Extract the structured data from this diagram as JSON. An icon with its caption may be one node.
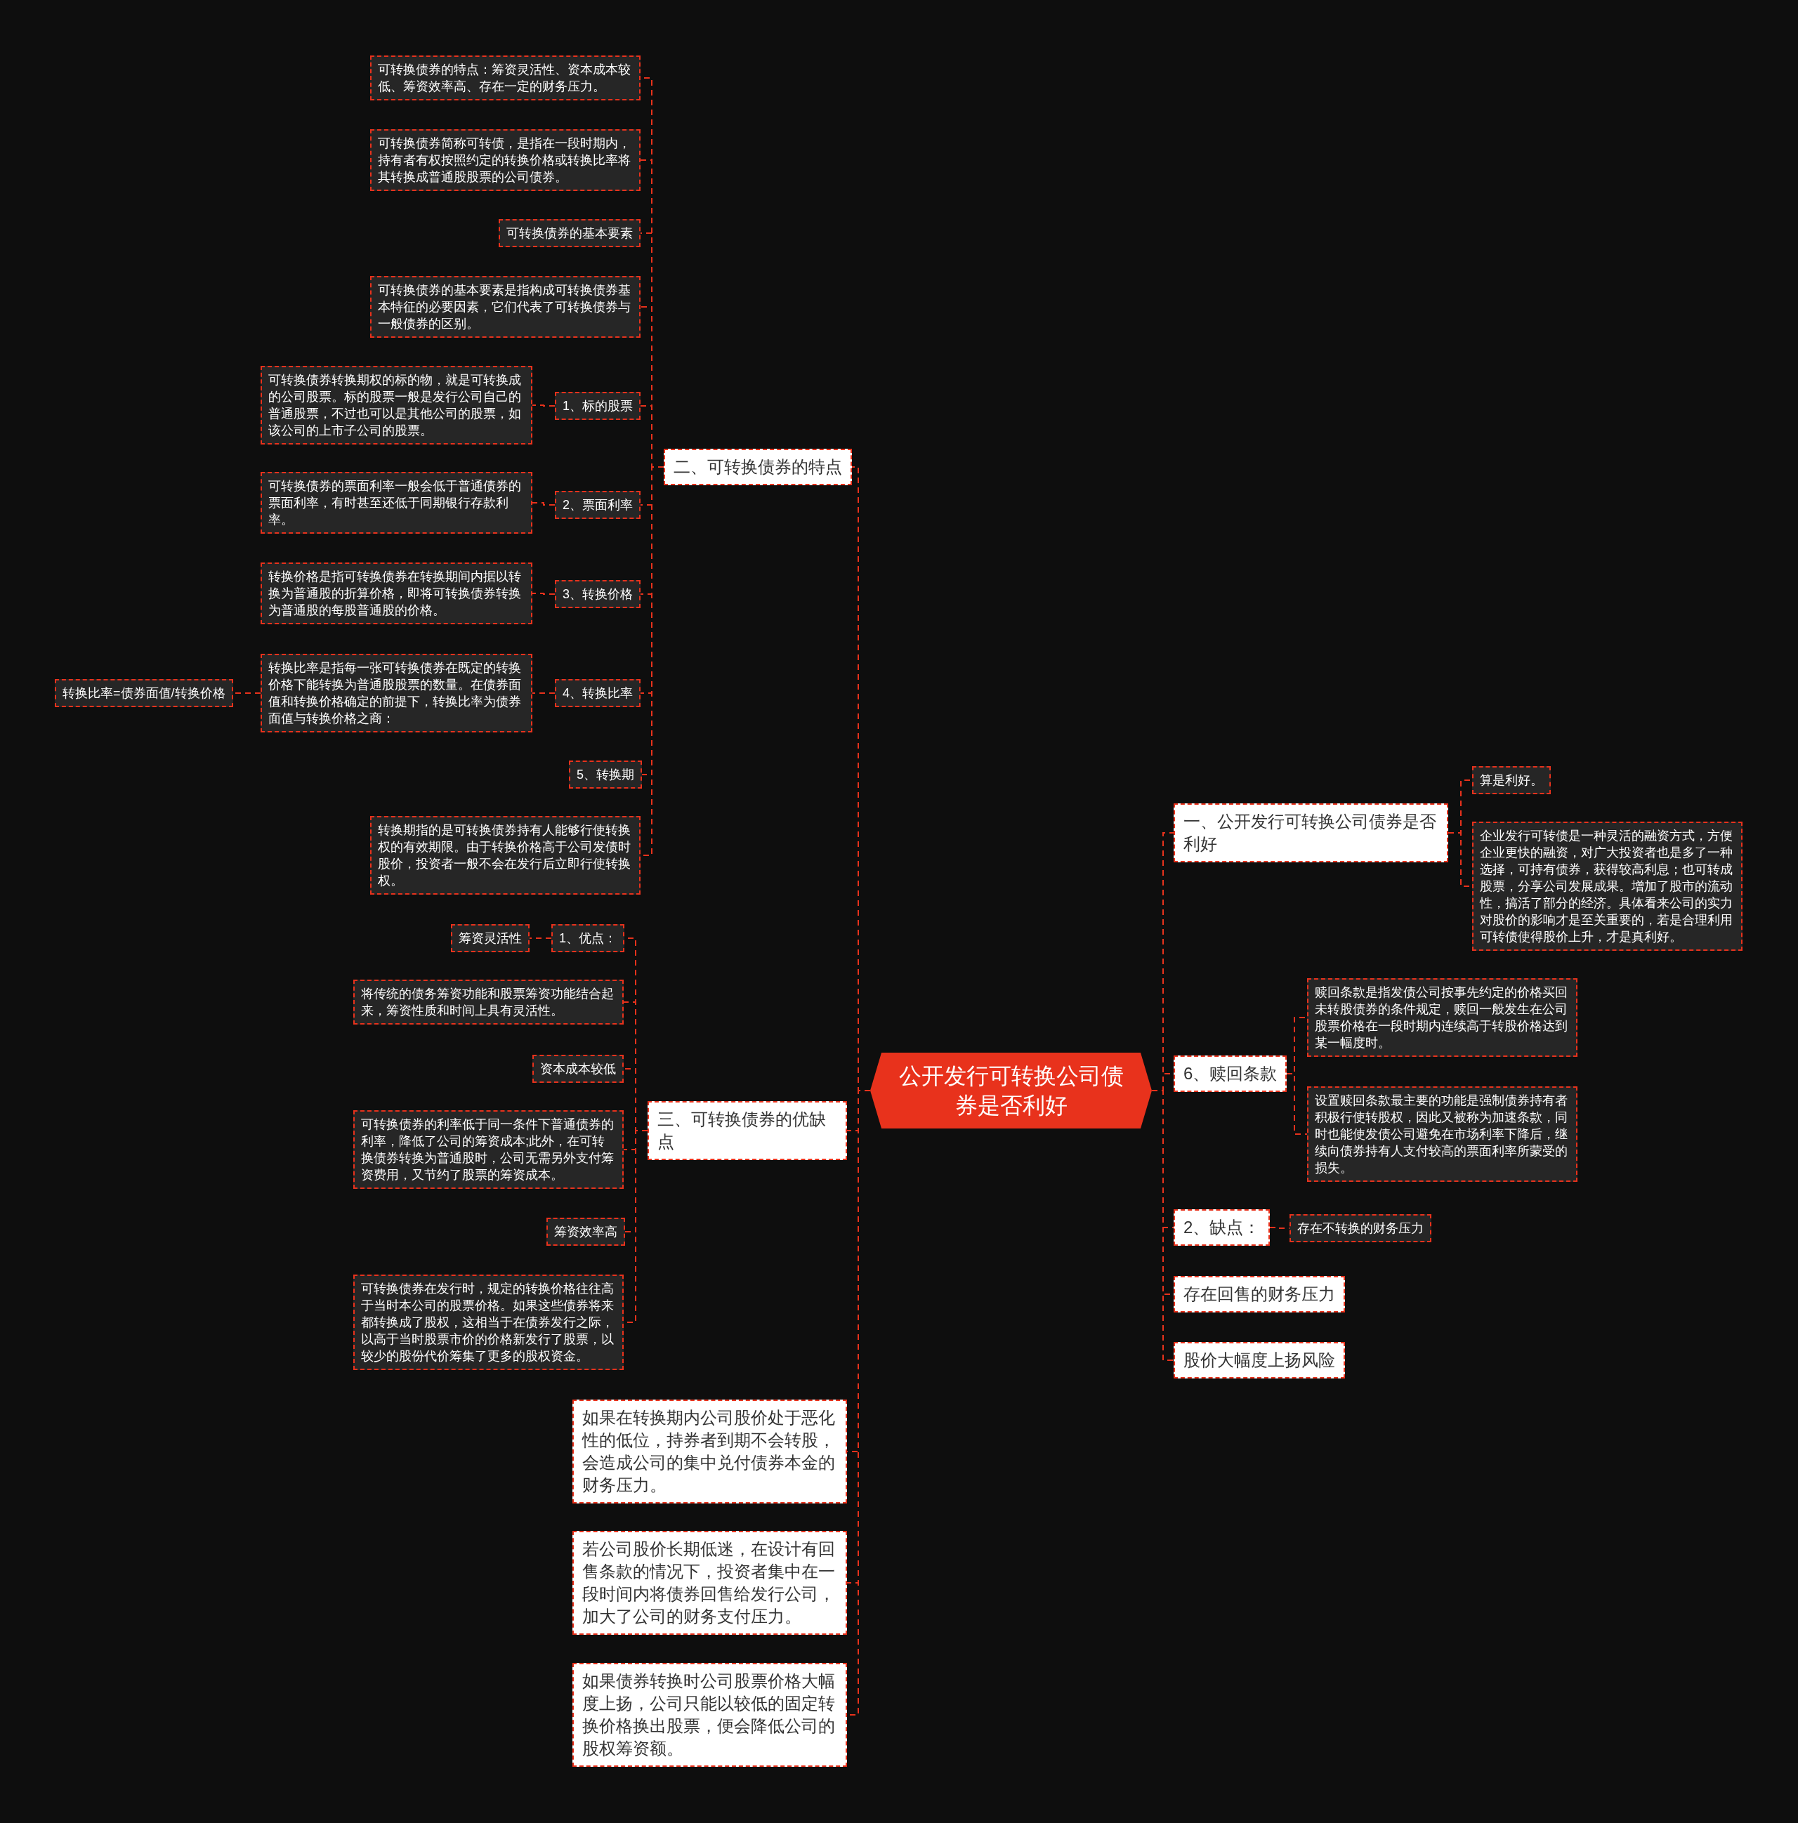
{
  "diagram": {
    "nodes": [
      {
        "text": [
          "公开发行可转换公司债券是否利好"
        ]
      },
      {
        "text": [
          "二、可转换债券的特点"
        ]
      },
      {
        "text": [
          "可转换债券的特点：筹资灵活性、资本成本较低、筹资效率高、存在一定的财务压力。"
        ]
      },
      {
        "text": [
          "可转换债券简称可转债，是指在一段时期内，持有者有权按照约定的转换价格或转换比率将其转换成普通股股票的公司债券。"
        ]
      },
      {
        "text": [
          "可转换债券的基本要素"
        ]
      },
      {
        "text": [
          "可转换债券的基本要素是指构成可转换债券基本特征的必要因素，它们代表了可转换债券与一般债券的区别。"
        ]
      },
      {
        "text": [
          "1、标的股票"
        ]
      },
      {
        "text": [
          "可转换债券转换期权的标的物，就是可转换成的公司股票。标的股票一般是发行公司自己的普通股票，不过也可以是其他公司的股票，如该公司的上市子公司的股票。"
        ]
      },
      {
        "text": [
          "2、票面利率"
        ]
      },
      {
        "text": [
          "可转换债券的票面利率一般会低于普通债券的票面利率，有时甚至还低于同期银行存款利率。"
        ]
      },
      {
        "text": [
          "3、转换价格"
        ]
      },
      {
        "text": [
          "转换价格是指可转换债券在转换期间内据以转换为普通股的折算价格，即将可转换债券转换为普通股的每股普通股的价格。"
        ]
      },
      {
        "text": [
          "4、转换比率"
        ]
      },
      {
        "text": [
          "转换比率是指每一张可转换债券在既定的转换价格下能转换为普通股股票的数量。在债券面值和转换价格确定的前提下，转换比率为债券面值与转换价格之商："
        ]
      },
      {
        "text": [
          "转换比率=债券面值/转换价格"
        ]
      },
      {
        "text": [
          "5、转换期"
        ]
      },
      {
        "text": [
          "转换期指的是可转换债券持有人能够行使转换权的有效期限。由于转换价格高于公司发债时股价，投资者一般不会在发行后立即行使转换权。"
        ]
      },
      {
        "text": [
          "三、可转换债券的优缺点"
        ]
      },
      {
        "text": [
          "1、优点："
        ]
      },
      {
        "text": [
          "筹资灵活性"
        ]
      },
      {
        "text": [
          "将传统的债务筹资功能和股票筹资功能结合起来，筹资性质和时间上具有灵活性。"
        ]
      },
      {
        "text": [
          "资本成本较低"
        ]
      },
      {
        "text": [
          "可转换债券的利率低于同一条件下普通债券的利率，降低了公司的筹资成本;此外，在可转换债券转换为普通股时，公司无需另外支付筹资费用，又节约了股票的筹资成本。"
        ]
      },
      {
        "text": [
          "筹资效率高"
        ]
      },
      {
        "text": [
          "可转换债券在发行时，规定的转换价格往往高于当时本公司的股票价格。如果这些债券将来都转换成了股权，这相当于在债券发行之际，以高于当时股票市价的价格新发行了股票，以较少的股份代价筹集了更多的股权资金。"
        ]
      },
      {
        "text": [
          "如果在转换期内公司股价处于恶化性的低位，持券者到期不会转股，会造成公司的集中兑付债券本金的财务压力。"
        ]
      },
      {
        "text": [
          "若公司股价长期低迷，在设计有回售条款的情况下，投资者集中在一段时间内将债券回售给发行公司，加大了公司的财务支付压力。"
        ]
      },
      {
        "text": [
          "如果债券转换时公司股票价格大幅度上扬，公司只能以较低的固定转换价格换出股票，便会降低公司的股权筹资额。"
        ]
      },
      {
        "text": [
          "一、公开发行可转换公司债券是否利好"
        ]
      },
      {
        "text": [
          "算是利好。"
        ]
      },
      {
        "text": [
          "企业发行可转债是一种灵活的融资方式，方便企业更快的融资，对广大投资者也是多了一种选择，可持有债券，获得较高利息；也可转成股票，分享公司发展成果。增加了股市的流动性，搞活了部分的经济。具体看来公司的实力对股价的影响才是至关重要的，若是合理利用可转债使得股价上升，才是真利好。"
        ]
      },
      {
        "text": [
          "6、赎回条款"
        ]
      },
      {
        "text": [
          "赎回条款是指发债公司按事先约定的价格买回未转股债券的条件规定，赎回一般发生在公司股票价格在一段时期内连续高于转股价格达到某一幅度时。"
        ]
      },
      {
        "text": [
          "设置赎回条款最主要的功能是强制债券持有者积极行使转股权，因此又被称为加速条款，同时也能使发债公司避免在市场利率下降后，继续向债券持有人支付较高的票面利率所蒙受的损失。"
        ]
      },
      {
        "text": [
          "2、缺点："
        ]
      },
      {
        "text": [
          "存在不转换的财务压力"
        ]
      },
      {
        "text": [
          "存在回售的财务压力"
        ]
      },
      {
        "text": [
          "股价大幅度上扬风险"
        ]
      }
    ],
    "edges": [
      {
        "from": 0,
        "to": 1,
        "arrow": "none"
      },
      {
        "from": 0,
        "to": 17,
        "arrow": "none"
      },
      {
        "from": 0,
        "to": 25,
        "arrow": "none"
      },
      {
        "from": 0,
        "to": 26,
        "arrow": "none"
      },
      {
        "from": 0,
        "to": 27,
        "arrow": "none"
      },
      {
        "from": 0,
        "to": 28,
        "arrow": "none"
      },
      {
        "from": 0,
        "to": 31,
        "arrow": "none"
      },
      {
        "from": 0,
        "to": 34,
        "arrow": "none"
      },
      {
        "from": 0,
        "to": 36,
        "arrow": "none"
      },
      {
        "from": 0,
        "to": 37,
        "arrow": "none"
      },
      {
        "from": 1,
        "to": 2,
        "arrow": "none"
      },
      {
        "from": 1,
        "to": 3,
        "arrow": "none"
      },
      {
        "from": 1,
        "to": 4,
        "arrow": "none"
      },
      {
        "from": 1,
        "to": 5,
        "arrow": "none"
      },
      {
        "from": 1,
        "to": 6,
        "arrow": "none"
      },
      {
        "from": 1,
        "to": 8,
        "arrow": "none"
      },
      {
        "from": 1,
        "to": 10,
        "arrow": "none"
      },
      {
        "from": 1,
        "to": 12,
        "arrow": "none"
      },
      {
        "from": 1,
        "to": 15,
        "arrow": "none"
      },
      {
        "from": 1,
        "to": 16,
        "arrow": "none"
      },
      {
        "from": 6,
        "to": 7,
        "arrow": "none"
      },
      {
        "from": 8,
        "to": 9,
        "arrow": "none"
      },
      {
        "from": 10,
        "to": 11,
        "arrow": "none"
      },
      {
        "from": 12,
        "to": 13,
        "arrow": "none"
      },
      {
        "from": 13,
        "to": 14,
        "arrow": "none"
      },
      {
        "from": 17,
        "to": 18,
        "arrow": "none"
      },
      {
        "from": 17,
        "to": 20,
        "arrow": "none"
      },
      {
        "from": 17,
        "to": 21,
        "arrow": "none"
      },
      {
        "from": 17,
        "to": 22,
        "arrow": "none"
      },
      {
        "from": 17,
        "to": 23,
        "arrow": "none"
      },
      {
        "from": 17,
        "to": 24,
        "arrow": "none"
      },
      {
        "from": 18,
        "to": 19,
        "arrow": "none"
      },
      {
        "from": 28,
        "to": 29,
        "arrow": "none"
      },
      {
        "from": 28,
        "to": 30,
        "arrow": "none"
      },
      {
        "from": 31,
        "to": 32,
        "arrow": "none"
      },
      {
        "from": 31,
        "to": 33,
        "arrow": "none"
      },
      {
        "from": 34,
        "to": 35,
        "arrow": "none"
      }
    ]
  }
}
